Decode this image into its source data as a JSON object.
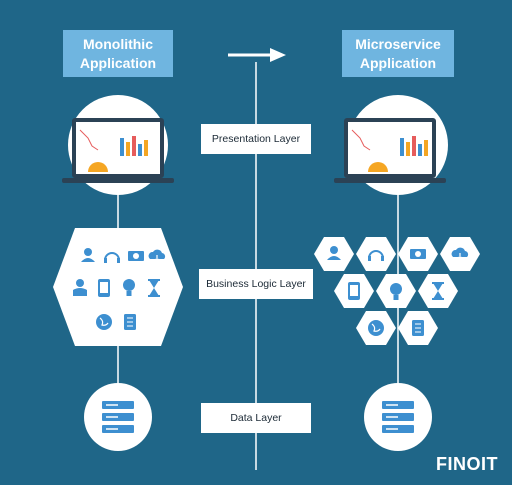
{
  "left_title": "Monolithic Application",
  "right_title": "Microservice Application",
  "layers": {
    "presentation": "Presentation Layer",
    "business": "Business Logic Layer",
    "data": "Data Layer"
  },
  "logo": "FINOIT",
  "colors": {
    "background": "#1f6688",
    "title_box": "#6fb5e0",
    "icon_blue": "#3d8fd0",
    "white": "#ffffff"
  },
  "icons": {
    "business": [
      "user-support-icon",
      "headphones-icon",
      "money-icon",
      "cloud-download-icon",
      "person-icon",
      "tablet-icon",
      "lightbulb-icon",
      "hourglass-icon",
      "globe-icon",
      "document-icon"
    ],
    "data": "server-icon",
    "presentation": "laptop-dashboard-icon"
  }
}
